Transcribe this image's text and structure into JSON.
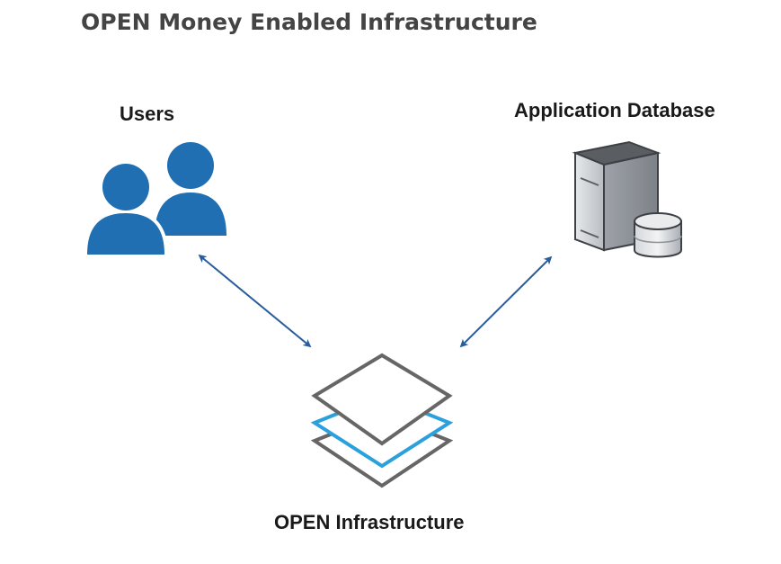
{
  "title": "OPEN Money Enabled Infrastructure",
  "nodes": {
    "users": {
      "label": "Users",
      "icon": "users-icon"
    },
    "database": {
      "label": "Application Database",
      "icon": "database-server-icon"
    },
    "infrastructure": {
      "label": "OPEN Infrastructure",
      "icon": "layers-icon"
    }
  },
  "edges": [
    {
      "from": "users",
      "to": "infrastructure",
      "direction": "bidirectional"
    },
    {
      "from": "database",
      "to": "infrastructure",
      "direction": "bidirectional"
    }
  ],
  "colors": {
    "title": "#444444",
    "users_icon": "#1f6fb2",
    "arrow": "#2a5d9b",
    "layer_gray": "#666666",
    "layer_blue": "#2aa0dc",
    "server_dark": "#4a4a4a",
    "server_light": "#c9ccd0"
  }
}
